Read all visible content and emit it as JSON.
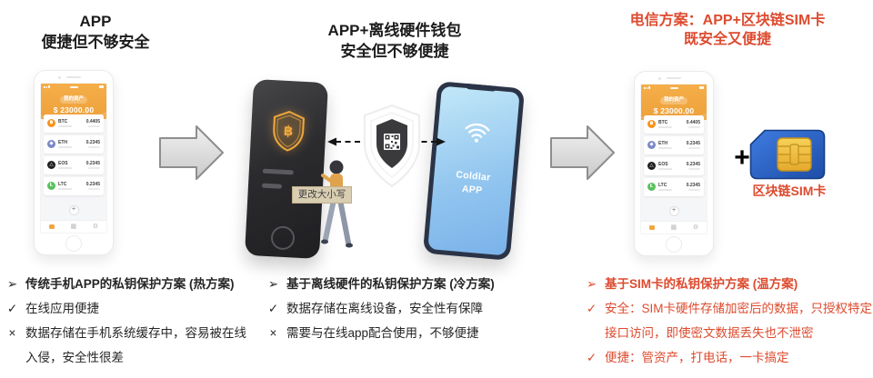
{
  "titles": {
    "left": {
      "line1": "APP",
      "line2": "便捷但不够安全"
    },
    "middle": {
      "line1": "APP+离线硬件钱包",
      "line2": "安全但不够便捷"
    },
    "right": {
      "line1": "电信方案：APP+区块链SIM卡",
      "line2": "既安全又便捷"
    }
  },
  "wallet_app": {
    "header_pill": "我的资产",
    "balance": "$ 23000.00",
    "coins": [
      {
        "symbol": "BTC",
        "amount": "0.4405",
        "glyph": "฿",
        "color": "#f7931a"
      },
      {
        "symbol": "ETH",
        "amount": "0.2345",
        "glyph": "◆",
        "color": "#7b88c7"
      },
      {
        "symbol": "EOS",
        "amount": "0.2345",
        "glyph": "△",
        "color": "#1f1f1f"
      },
      {
        "symbol": "LTC",
        "amount": "0.2345",
        "glyph": "Ł",
        "color": "#58c15c"
      }
    ],
    "add_button": "+",
    "icons": {
      "grid_glyph": "▦",
      "gear_glyph": "⚙"
    }
  },
  "hardware": {
    "tooltip": "更改大小写"
  },
  "coldlar": {
    "line1": "Coldlar",
    "line2": "APP"
  },
  "sim": {
    "plus": "+",
    "label": "区块链SIM卡"
  },
  "lists": {
    "left": {
      "header": {
        "mark": "➢",
        "text": "传统手机APP的私钥保护方案 (热方案)"
      },
      "items": [
        {
          "mark": "✓",
          "text": "在线应用便捷"
        },
        {
          "mark": "×",
          "text": "数据存储在手机系统缓存中，容易被在线入侵，安全性很差"
        }
      ]
    },
    "middle": {
      "header": {
        "mark": "➢",
        "text": "基于离线硬件的私钥保护方案 (冷方案)"
      },
      "items": [
        {
          "mark": "✓",
          "text": "数据存储在离线设备，安全性有保障"
        },
        {
          "mark": "×",
          "text": "需要与在线app配合使用，不够便捷"
        }
      ]
    },
    "right": {
      "header": {
        "mark": "➢",
        "text": "基于SIM卡的私钥保护方案 (温方案)"
      },
      "items": [
        {
          "mark": "✓",
          "text": "安全：SIM卡硬件存储加密后的数据，只授权特定接口访问，即使密文数据丢失也不泄密"
        },
        {
          "mark": "✓",
          "text": "便捷：管资产，打电话，一卡搞定"
        }
      ]
    }
  },
  "colors": {
    "accent_red": "#dd4b2f",
    "wallet_orange": "#f2a73d",
    "sim_blue": "#2a62c9",
    "chip_gold": "#edb93c"
  }
}
